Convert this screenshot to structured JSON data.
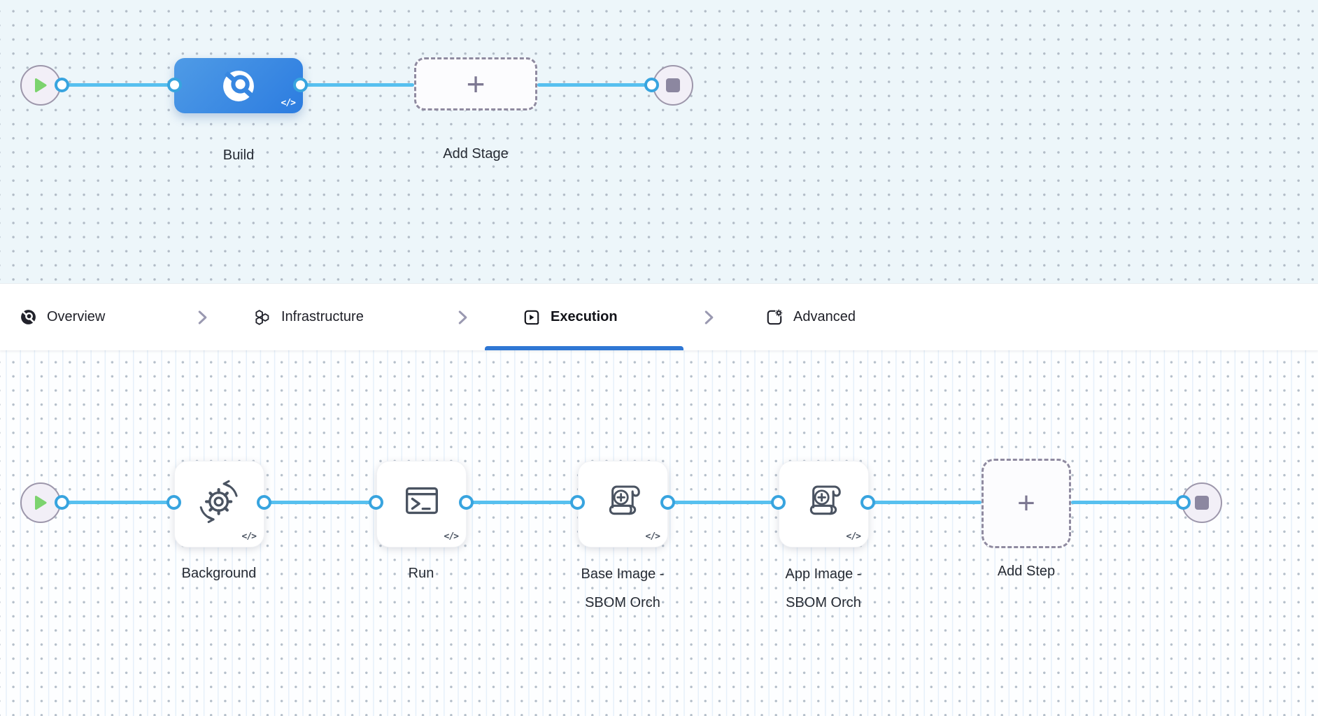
{
  "colors": {
    "accent_blue": "#2f77d4",
    "connector_blue": "#57c0ef",
    "stage_gradient_start": "#4f9be6",
    "stage_gradient_end": "#2c7ce0",
    "canvas_top_bg": "#edf6fa",
    "canvas_bottom_bg": "#fdfeff",
    "play_green": "#7cd36e"
  },
  "stage_canvas": {
    "stage": {
      "label": "Build",
      "code_badge": "</>"
    },
    "add_stage": {
      "label": "Add Stage",
      "plus": "+"
    }
  },
  "tab_bar": {
    "tabs": [
      {
        "label": "Overview",
        "icon": "ci-build-icon",
        "selected": false
      },
      {
        "label": "Infrastructure",
        "icon": "hexagons-icon",
        "selected": false
      },
      {
        "label": "Execution",
        "icon": "play-window-icon",
        "selected": true
      },
      {
        "label": "Advanced",
        "icon": "window-gear-icon",
        "selected": false
      }
    ]
  },
  "execution_canvas": {
    "steps": [
      {
        "label_lines": [
          "Background"
        ],
        "icon": "sync-gear-icon",
        "code_badge": "</>"
      },
      {
        "label_lines": [
          "Run"
        ],
        "icon": "terminal-icon",
        "code_badge": "</>"
      },
      {
        "label_lines": [
          "Base Image -",
          "SBOM Orch"
        ],
        "icon": "scroll-plus-icon",
        "code_badge": "</>"
      },
      {
        "label_lines": [
          "App Image -",
          "SBOM Orch"
        ],
        "icon": "scroll-plus-icon",
        "code_badge": "</>"
      }
    ],
    "add_step": {
      "label": "Add Step",
      "plus": "+"
    }
  }
}
